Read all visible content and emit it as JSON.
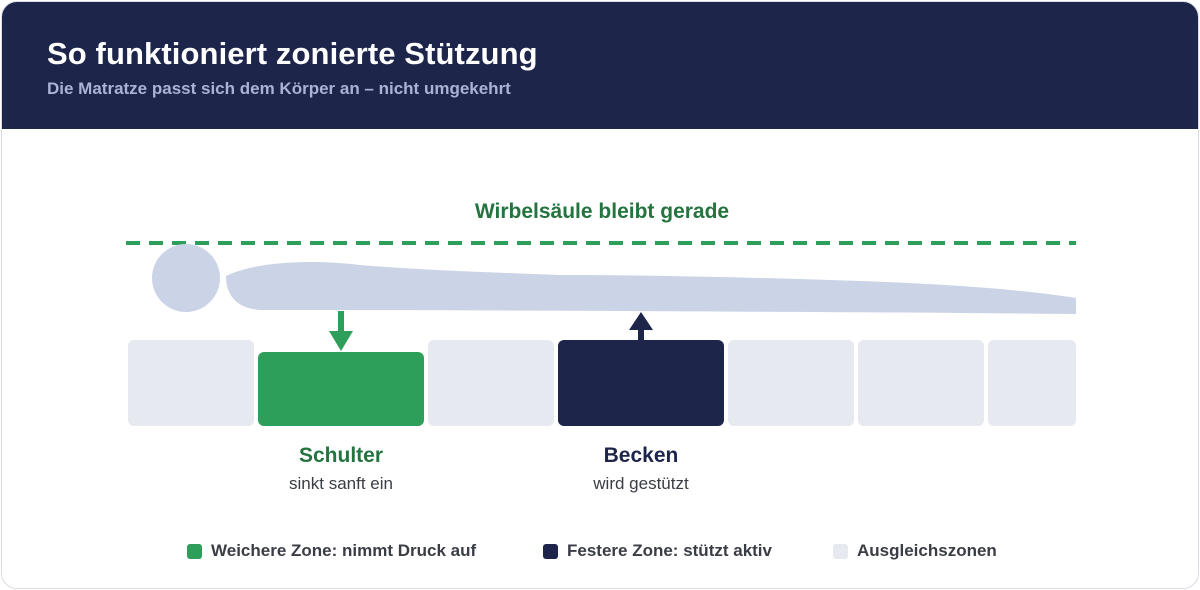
{
  "header": {
    "title": "So funktioniert zonierte Stützung",
    "subtitle": "Die Matratze passt sich dem Körper an – nicht umgekehrt"
  },
  "spine_label": "Wirbelsäule bleibt gerade",
  "zones": [
    {
      "type": "neutral"
    },
    {
      "type": "soft",
      "name": "Schulter",
      "description": "sinkt sanft ein",
      "arrow": "down"
    },
    {
      "type": "neutral"
    },
    {
      "type": "firm",
      "name": "Becken",
      "description": "wird gestützt",
      "arrow": "up"
    },
    {
      "type": "neutral"
    },
    {
      "type": "neutral"
    },
    {
      "type": "neutral"
    }
  ],
  "legend": [
    {
      "label": "Weichere Zone: nimmt Druck auf",
      "color": "#2d9f5a"
    },
    {
      "label": "Festere Zone: stützt aktiv",
      "color": "#1d254b"
    },
    {
      "label": "Ausgleichszonen",
      "color": "#e6e9f0"
    }
  ],
  "colors": {
    "navy": "#1d254b",
    "green": "#2d9f5a",
    "green_text": "#23743f",
    "neutral_zone": "#e6e9f0",
    "body": "#cbd3e7"
  }
}
